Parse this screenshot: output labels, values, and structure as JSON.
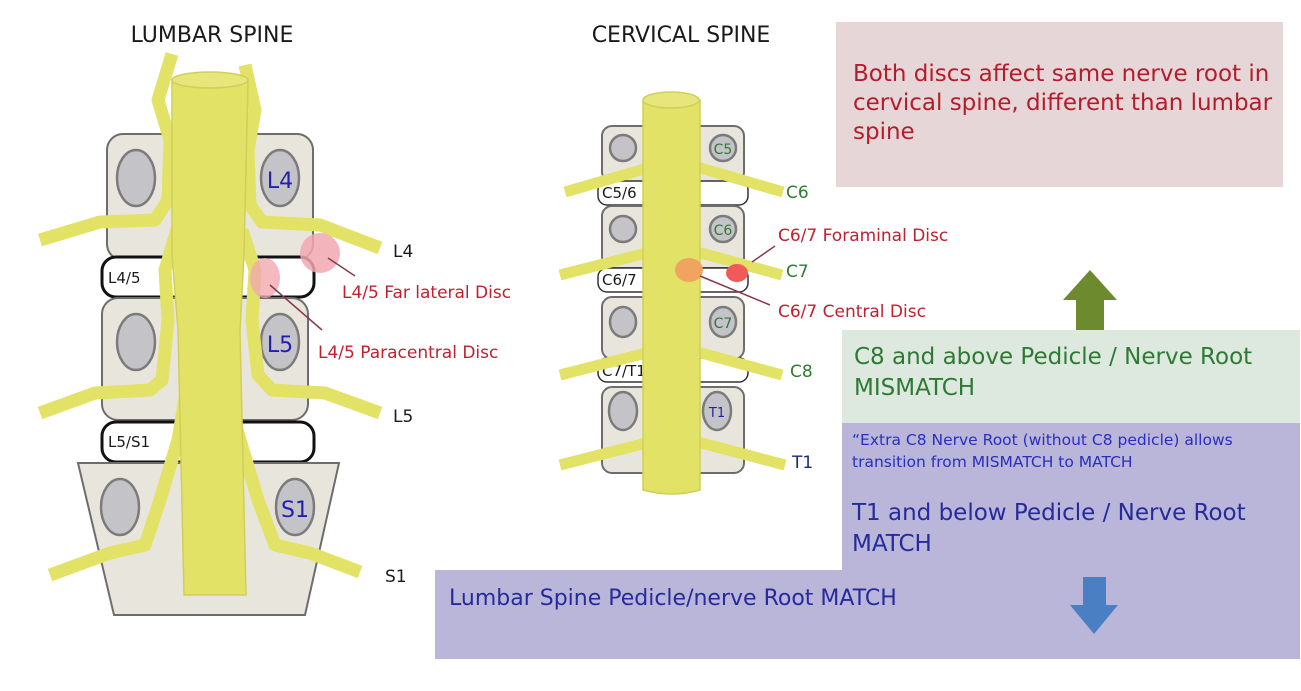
{
  "lumbar": {
    "title": "LUMBAR SPINE",
    "vertebrae": [
      "L4",
      "L5",
      "S1"
    ],
    "discs": [
      "L4/5",
      "L5/S1"
    ],
    "nerve_roots": [
      "L4",
      "L5",
      "S1"
    ],
    "annotations": {
      "far_lateral": "L4/5 Far lateral Disc",
      "paracentral": "L4/5 Paracentral Disc"
    }
  },
  "cervical": {
    "title": "CERVICAL SPINE",
    "vertebrae": [
      "C5",
      "C6",
      "C7",
      "T1"
    ],
    "discs": [
      "C5/6",
      "C6/7",
      "C7/T1"
    ],
    "nerve_roots": [
      "C6",
      "C7",
      "C8",
      "T1"
    ],
    "annotations": {
      "foraminal": "C6/7 Foraminal Disc",
      "central": "C6/7 Central Disc"
    }
  },
  "boxes": {
    "note": "Both discs affect same nerve root in cervical spine, different than lumbar spine",
    "mismatch": "C8 and above Pedicle / Nerve Root MISMATCH",
    "transition_note": "“Extra C8 Nerve Root (without C8 pedicle) allows transition from MISMATCH to MATCH",
    "match": "T1 and below Pedicle / Nerve Root MATCH",
    "lumbar_match": "Lumbar Spine Pedicle/nerve Root MATCH"
  },
  "icons": {
    "up_arrow": "arrow-up-icon",
    "down_arrow": "arrow-down-icon"
  },
  "colors": {
    "nerve_yellow": "#e2e266",
    "vertebra_fill": "#e8e6dc",
    "pedicle_fill": "#c4c4c8",
    "disc_red_label": "#c0202f",
    "mismatch_green": "#2e7a33",
    "match_blue": "#262a9c",
    "lumbar_label_blue": "#1f1fb0",
    "up_arrow": "#6d8b2e",
    "down_arrow": "#4a7fc4",
    "note_box": "#e7d6d8",
    "mismatch_box": "#dde9df",
    "match_box": "#b9b6d9"
  }
}
